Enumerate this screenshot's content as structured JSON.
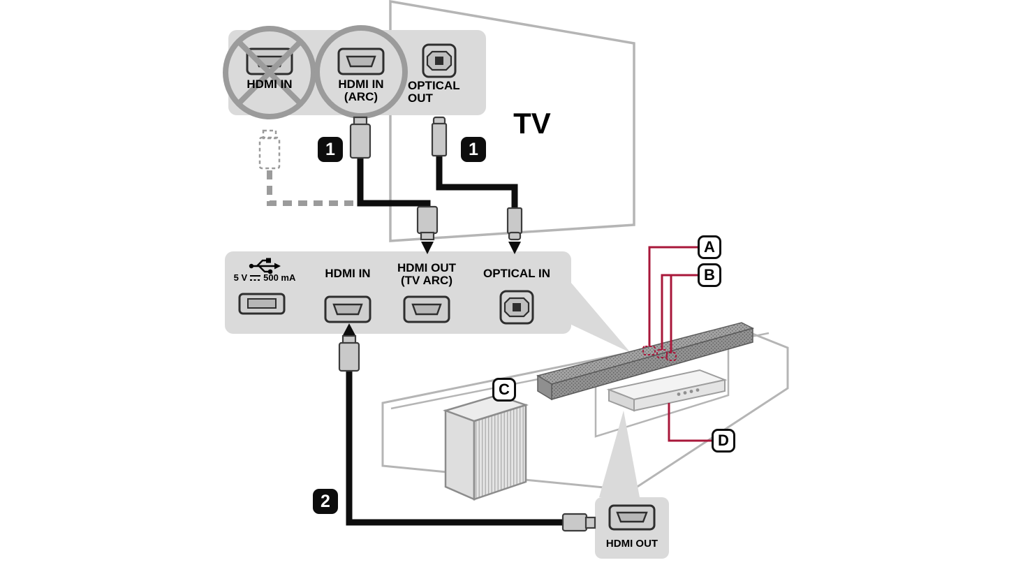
{
  "tv": {
    "label": "TV"
  },
  "tv_panel": {
    "hdmi_in": {
      "label": "HDMI IN"
    },
    "hdmi_arc": {
      "label_line1": "HDMI IN",
      "label_line2": "(ARC)"
    },
    "optical_out": {
      "label_line1": "OPTICAL",
      "label_line2": "OUT"
    }
  },
  "soundbar_panel": {
    "usb": {
      "voltage": "5 V",
      "current": "500 mA"
    },
    "hdmi_in": {
      "label": "HDMI IN"
    },
    "hdmi_out": {
      "label_line1": "HDMI OUT",
      "label_line2": "(TV ARC)"
    },
    "optical_in": {
      "label": "OPTICAL IN"
    }
  },
  "player_panel": {
    "hdmi_out": {
      "label": "HDMI OUT"
    }
  },
  "steps": {
    "step1": "1",
    "step2": "2"
  },
  "callouts": {
    "a": "A",
    "b": "B",
    "c": "C",
    "d": "D"
  },
  "colors": {
    "panel_gray": "#dadada",
    "cable_black": "#0d0d0d",
    "callout_red": "#a8173a",
    "prohibition_gray": "#9b9b9b",
    "furniture_gray": "#b5b5b5"
  }
}
